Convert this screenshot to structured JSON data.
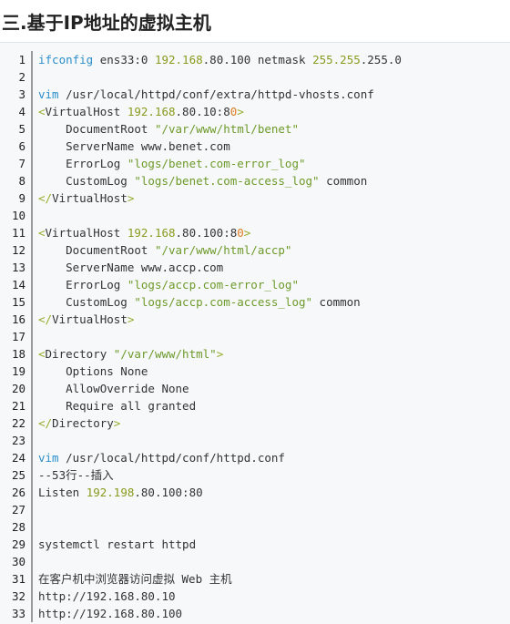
{
  "heading": "三.基于IP地址的虚拟主机",
  "code": {
    "lines": [
      [
        {
          "t": "ifconfig",
          "c": "kw"
        },
        {
          "t": " ens33:0 ",
          "c": "plain"
        },
        {
          "t": "192.168",
          "c": "num"
        },
        {
          "t": ".80.100 netmask ",
          "c": "plain"
        },
        {
          "t": "255.255",
          "c": "num"
        },
        {
          "t": ".255.0",
          "c": "plain"
        }
      ],
      [],
      [
        {
          "t": "vim",
          "c": "kw"
        },
        {
          "t": " /usr/local/httpd/conf/extra/httpd-vhosts.conf",
          "c": "plain"
        }
      ],
      [
        {
          "t": "<",
          "c": "tag"
        },
        {
          "t": "VirtualHost ",
          "c": "plain"
        },
        {
          "t": "192.168",
          "c": "num"
        },
        {
          "t": ".80.10:8",
          "c": "plain"
        },
        {
          "t": "0",
          "c": "orange"
        },
        {
          "t": ">",
          "c": "tag"
        }
      ],
      [
        {
          "t": "    DocumentRoot ",
          "c": "plain"
        },
        {
          "t": "\"/var/www/html/benet\"",
          "c": "str"
        }
      ],
      [
        {
          "t": "    ServerName www.benet.com",
          "c": "plain"
        }
      ],
      [
        {
          "t": "    ErrorLog ",
          "c": "plain"
        },
        {
          "t": "\"logs/benet.com-error_log\"",
          "c": "str"
        }
      ],
      [
        {
          "t": "    CustomLog ",
          "c": "plain"
        },
        {
          "t": "\"logs/benet.com-access_log\"",
          "c": "str"
        },
        {
          "t": " common",
          "c": "plain"
        }
      ],
      [
        {
          "t": "</",
          "c": "tag"
        },
        {
          "t": "VirtualHost",
          "c": "plain"
        },
        {
          "t": ">",
          "c": "tag"
        }
      ],
      [],
      [
        {
          "t": "<",
          "c": "tag"
        },
        {
          "t": "VirtualHost ",
          "c": "plain"
        },
        {
          "t": "192.168",
          "c": "num"
        },
        {
          "t": ".80.100:8",
          "c": "plain"
        },
        {
          "t": "0",
          "c": "orange"
        },
        {
          "t": ">",
          "c": "tag"
        }
      ],
      [
        {
          "t": "    DocumentRoot ",
          "c": "plain"
        },
        {
          "t": "\"/var/www/html/accp\"",
          "c": "str"
        }
      ],
      [
        {
          "t": "    ServerName www.accp.com",
          "c": "plain"
        }
      ],
      [
        {
          "t": "    ErrorLog ",
          "c": "plain"
        },
        {
          "t": "\"logs/accp.com-error_log\"",
          "c": "str"
        }
      ],
      [
        {
          "t": "    CustomLog ",
          "c": "plain"
        },
        {
          "t": "\"logs/accp.com-access_log\"",
          "c": "str"
        },
        {
          "t": " common",
          "c": "plain"
        }
      ],
      [
        {
          "t": "</",
          "c": "tag"
        },
        {
          "t": "VirtualHost",
          "c": "plain"
        },
        {
          "t": ">",
          "c": "tag"
        }
      ],
      [],
      [
        {
          "t": "<",
          "c": "tag"
        },
        {
          "t": "Directory ",
          "c": "plain"
        },
        {
          "t": "\"/var/www/html\"",
          "c": "str"
        },
        {
          "t": ">",
          "c": "tag"
        }
      ],
      [
        {
          "t": "    Options None",
          "c": "plain"
        }
      ],
      [
        {
          "t": "    AllowOverride None",
          "c": "plain"
        }
      ],
      [
        {
          "t": "    Require all granted",
          "c": "plain"
        }
      ],
      [
        {
          "t": "</",
          "c": "tag"
        },
        {
          "t": "Directory",
          "c": "plain"
        },
        {
          "t": ">",
          "c": "tag"
        }
      ],
      [],
      [
        {
          "t": "vim",
          "c": "kw"
        },
        {
          "t": " /usr/local/httpd/conf/httpd.conf",
          "c": "plain"
        }
      ],
      [
        {
          "t": "--53行--插入",
          "c": "plain"
        }
      ],
      [
        {
          "t": "Listen ",
          "c": "plain"
        },
        {
          "t": "192.198",
          "c": "num"
        },
        {
          "t": ".80.100:80",
          "c": "plain"
        }
      ],
      [],
      [],
      [
        {
          "t": "systemctl restart httpd",
          "c": "plain"
        }
      ],
      [],
      [
        {
          "t": "在客户机中浏览器访问虚拟 Web 主机",
          "c": "plain"
        }
      ],
      [
        {
          "t": "http://192.168.80.10",
          "c": "plain"
        }
      ],
      [
        {
          "t": "http://192.168.80.100",
          "c": "plain"
        }
      ]
    ]
  },
  "colors": {
    "keyword": "#2c8ec9",
    "number": "#8a9a1e",
    "string": "#6e9a2a",
    "tag": "#9aaa2a",
    "highlight": "#e07b22",
    "background": "#f6f8fa"
  }
}
